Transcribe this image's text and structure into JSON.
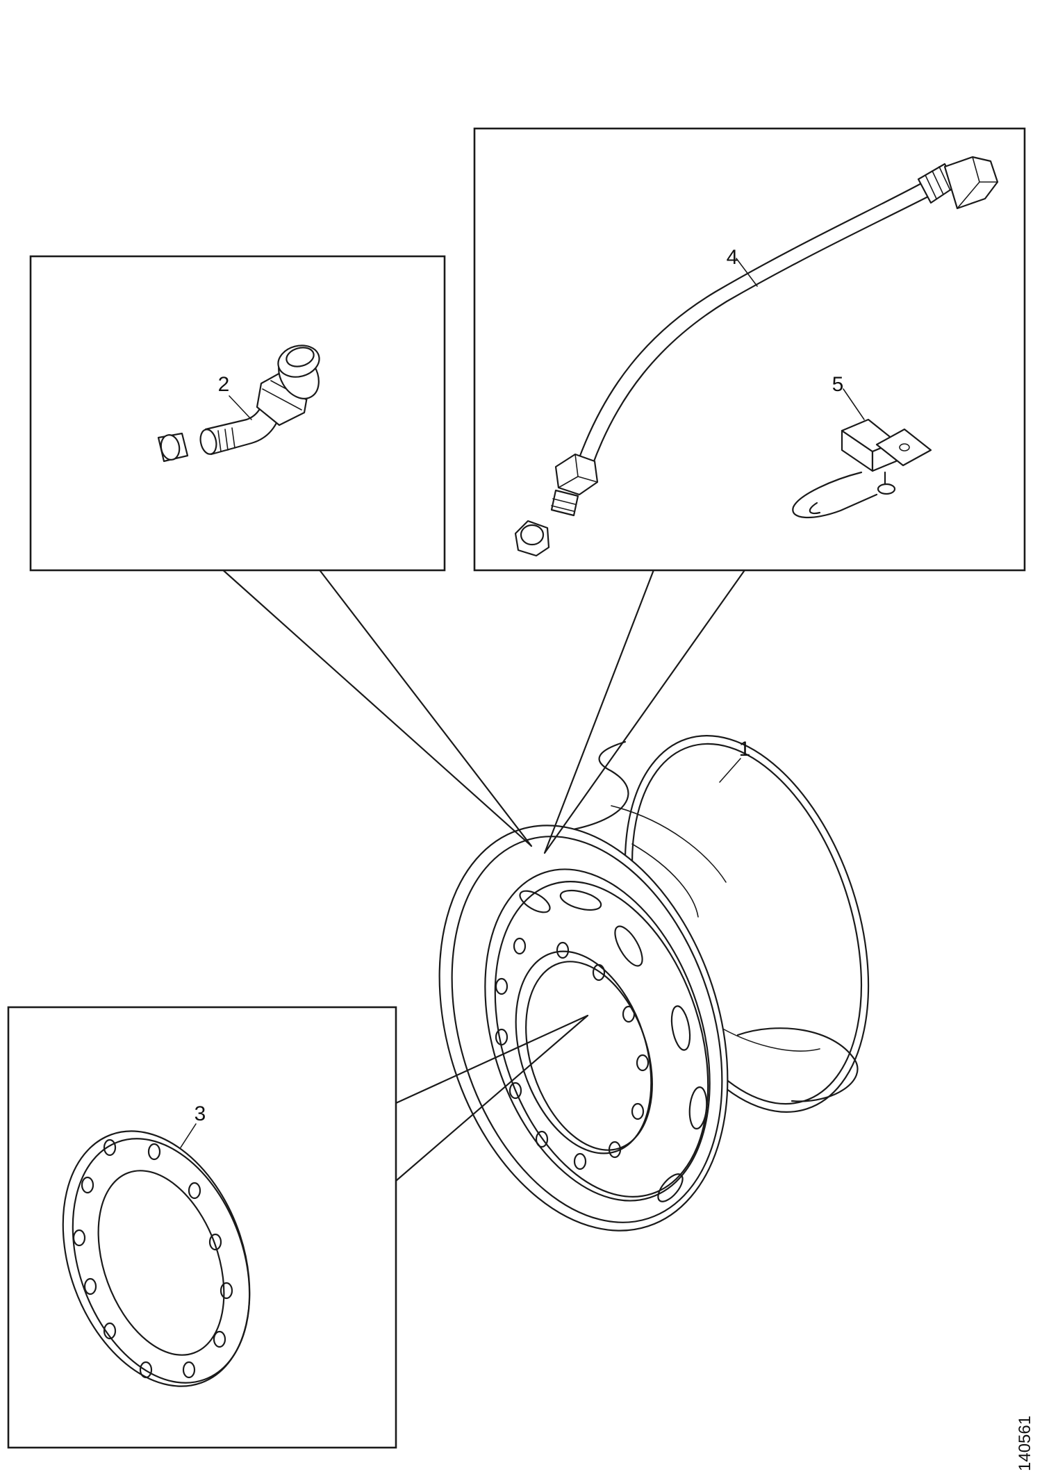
{
  "callouts": [
    "1",
    "2",
    "3",
    "4",
    "5"
  ],
  "figure_number": "140561"
}
